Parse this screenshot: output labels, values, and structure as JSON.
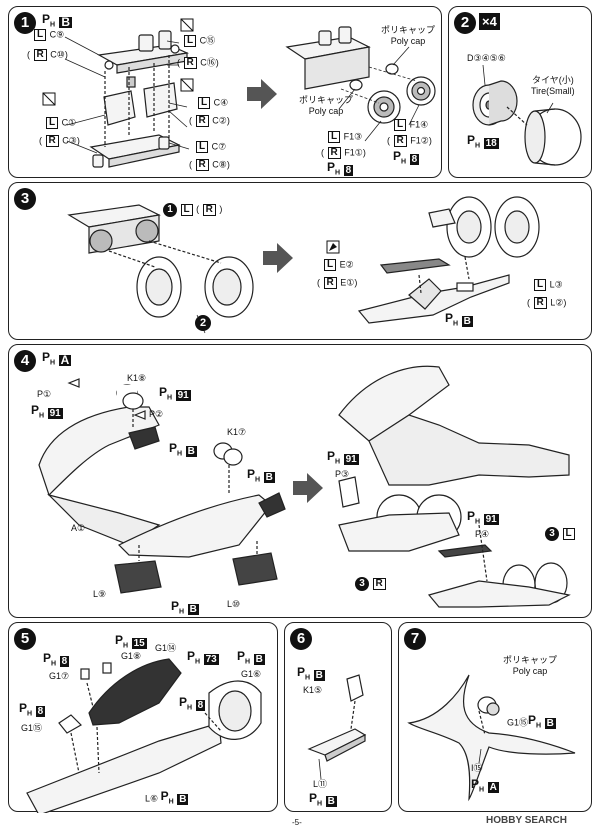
{
  "steps": [
    {
      "num": "1",
      "runner": "B"
    },
    {
      "num": "2",
      "qty": "×4"
    },
    {
      "num": "3"
    },
    {
      "num": "4",
      "runner": "A"
    },
    {
      "num": "5"
    },
    {
      "num": "6"
    },
    {
      "num": "7"
    }
  ],
  "ph_prefix": "P",
  "ph_sub": "H",
  "s1": {
    "c9": "C⑨",
    "c10": "C⑩",
    "c15": "C⑮",
    "c16": "C⑯",
    "c4": "C④",
    "c2": "C②",
    "c1": "C①",
    "c3": "C③",
    "c7": "C⑦",
    "c8": "C⑧",
    "polycap_jp": "ポリキャップ",
    "polycap_en": "Poly cap",
    "f13": "F1③",
    "f11": "F1①",
    "f14": "F1④",
    "f12": "F1②",
    "part8": "8"
  },
  "s2": {
    "d": "D③④⑤⑥",
    "tire_jp": "タイヤ(小)",
    "tire_en": "Tire(Small)",
    "part18": "18"
  },
  "s3": {
    "e2": "E②",
    "e1": "E①",
    "l3": "L③",
    "l2": "L②",
    "ref1": "1",
    "ref2": "2"
  },
  "s4": {
    "k18": "K1⑧",
    "p1": "P①",
    "p2": "P②",
    "part91": "91",
    "k17": "K1⑦",
    "a1": "A①",
    "l9": "L⑨",
    "l10": "L⑩",
    "p3": "P③",
    "p4": "P④",
    "ref3": "3"
  },
  "s5": {
    "part15": "15",
    "g18": "G1⑧",
    "g114": "G1⑭",
    "part73": "73",
    "g17": "G1⑦",
    "g16": "G1⑥",
    "g115": "G1⑮",
    "l6": "L⑥",
    "part8": "8"
  },
  "s6": {
    "k15": "K1⑤",
    "l11": "L⑪"
  },
  "s7": {
    "polycap_jp": "ポリキャップ",
    "polycap_en": "Poly cap",
    "g115": "G1⑮",
    "i15": "I⑮"
  },
  "letters": {
    "L": "L",
    "R": "R",
    "B": "B",
    "A": "A"
  },
  "footer": {
    "page": "-5-",
    "watermark": "HOBBY SEARCH"
  }
}
